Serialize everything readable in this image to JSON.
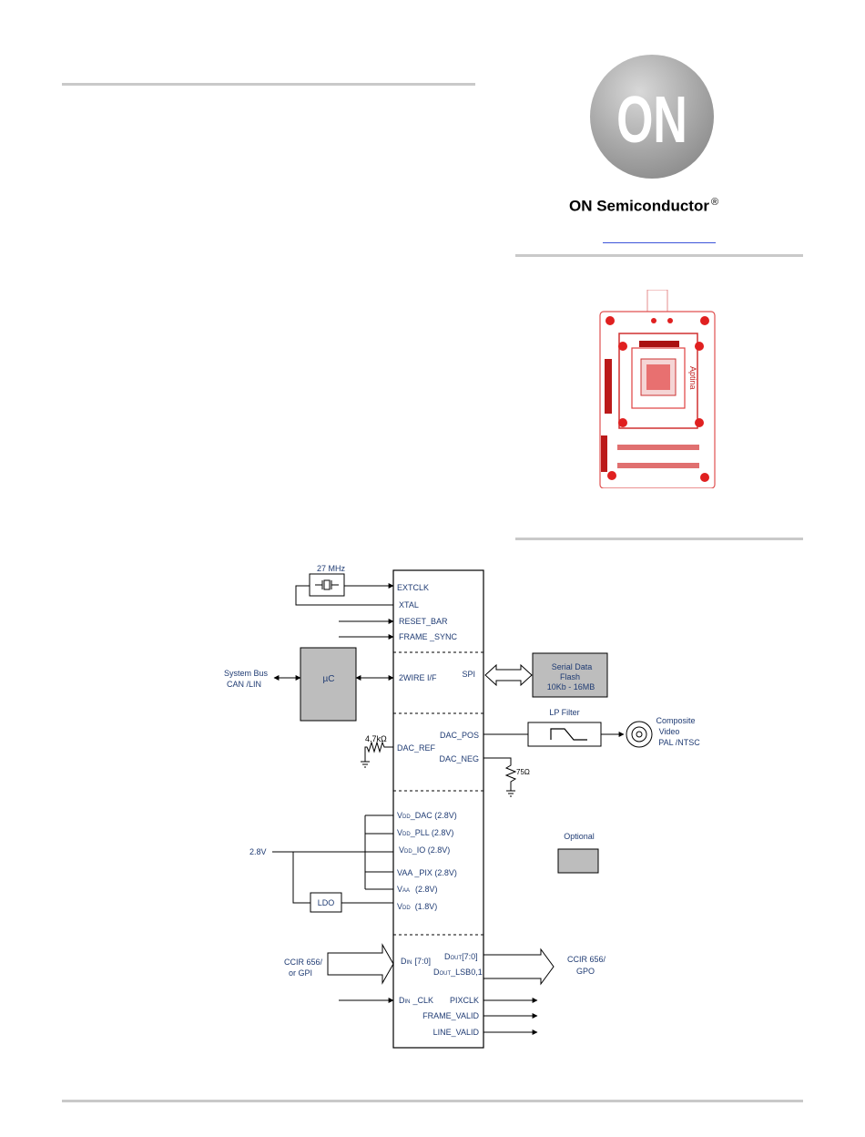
{
  "brand": {
    "name": "ON Semiconductor",
    "registered": "®",
    "logo_text": "ON"
  },
  "board": {
    "silkscreen": "Aptina"
  },
  "diagram": {
    "crystal_label": "27 MHz",
    "pins_left": [
      "EXTCLK",
      "XTAL",
      "RESET_BAR",
      "FRAME _SYNC",
      "2WIRE I/F",
      "DAC_REF"
    ],
    "pins_right": [
      "SPI",
      "DAC_POS",
      "DAC_NEG"
    ],
    "system_bus": [
      "System Bus",
      "CAN /LIN"
    ],
    "uc_label": "µC",
    "flash": [
      "Serial Data",
      "Flash",
      "10Kb - 16MB"
    ],
    "lp_filter": "LP Filter",
    "composite": [
      "Composite",
      "Video",
      "PAL /NTSC"
    ],
    "r47": "4.7kΩ",
    "r75": "75Ω",
    "power_pins": [
      {
        "sub": "DD",
        "rest": "_DAC (2.8V)"
      },
      {
        "sub": "DD",
        "rest": "_PLL (2.8V)"
      },
      {
        "sub": "DD",
        "rest": "_IO (2.8V)"
      },
      {
        "sub": "",
        "rest": "VAA _PIX (2.8V)"
      },
      {
        "sub": "AA",
        "rest": "(2.8V)"
      },
      {
        "sub": "DD",
        "rest": "(1.8V)"
      }
    ],
    "supply": "2.8V",
    "ldo": "LDO",
    "optional": "Optional",
    "ccir_in": [
      "CCIR 656/",
      "or GPI"
    ],
    "din": "[7:0]",
    "dout": "[7:0]",
    "dout_lsb": "_LSB0,1",
    "ccir_out": [
      "CCIR 656/",
      "GPO"
    ],
    "din_clk": "_CLK",
    "outputs": [
      "PIXCLK",
      "FRAME_VALID",
      "LINE_VALID"
    ]
  }
}
